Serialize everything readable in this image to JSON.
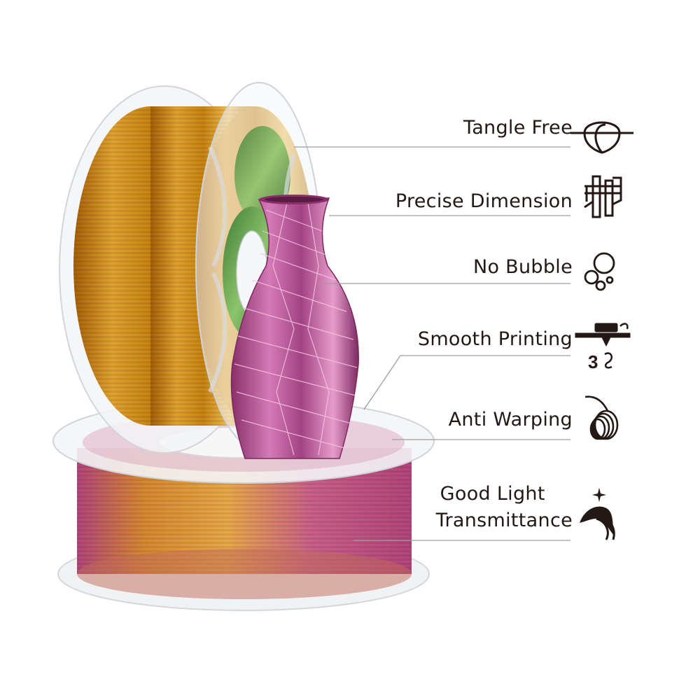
{
  "features": [
    {
      "label": "Tangle Free",
      "icon": "knot-icon"
    },
    {
      "label": "Precise Dimension",
      "icon": "caliper-icon"
    },
    {
      "label": "No Bubble",
      "icon": "bubbles-icon"
    },
    {
      "label": "Smooth Printing",
      "icon": "3d-printer-nozzle-icon"
    },
    {
      "label": "Anti Warping",
      "icon": "filament-coil-icon"
    },
    {
      "label": "Good Light\nTransmittance",
      "lines": [
        "Good Light",
        "Transmittance"
      ],
      "icon": "light-hair-icon"
    }
  ],
  "colors": {
    "text": "#231815",
    "icon": "#231815",
    "leader_line": "#9d9d9d",
    "filament_gold": "#d79a1c",
    "filament_pink": "#c8508a",
    "filament_green": "#5e9a3a",
    "vase_pink": "#c0619f"
  }
}
